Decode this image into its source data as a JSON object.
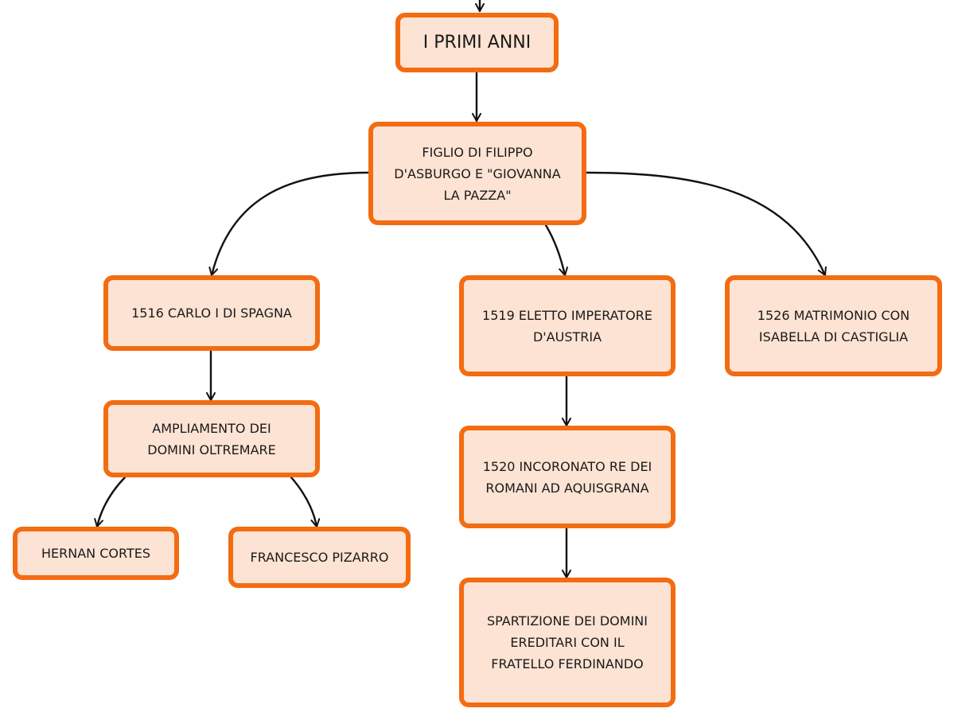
{
  "colors": {
    "node_border": "#f36c12",
    "node_fill": "#fde3d3",
    "connector": "#111111"
  },
  "nodes": {
    "primi_anni": "I PRIMI ANNI",
    "figlio": "FIGLIO DI FILIPPO\nD'ASBURGO E \"GIOVANNA\nLA PAZZA\"",
    "carlo_i": "1516 CARLO I DI SPAGNA",
    "eletto": "1519 ELETTO IMPERATORE\nD'AUSTRIA",
    "matrimonio": "1526 MATRIMONIO CON\nISABELLA DI CASTIGLIA",
    "ampliamento": "AMPLIAMENTO DEI\nDOMINI OLTREMARE",
    "incoronato": "1520 INCORONATO RE DEI\nROMANI AD AQUISGRANA",
    "cortes": "HERNAN CORTES",
    "pizarro": "FRANCESCO PIZARRO",
    "spartizione": "SPARTIZIONE DEI DOMINI\nEREDITARI CON IL\nFRATELLO FERDINANDO"
  }
}
